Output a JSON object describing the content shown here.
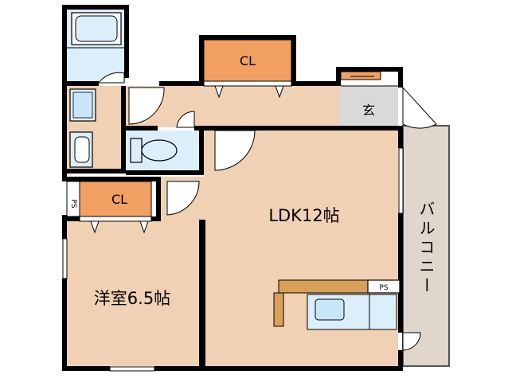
{
  "rooms": {
    "ldk": "LDK12帖",
    "western_room": "洋室6.5帖",
    "closet_top": "CL",
    "closet_left": "CL",
    "entrance": "玄",
    "balcony": "バルコニー",
    "ps_left": "PS",
    "ps_kitchen": "PS"
  },
  "colors": {
    "floor": "#f1d1b4",
    "wet_area": "#dceefa",
    "closet": "#f0a060",
    "entrance_floor": "#d9d9d9",
    "balcony": "#e0d6cc",
    "wall": "#000000",
    "counter": "#d9a05a"
  }
}
